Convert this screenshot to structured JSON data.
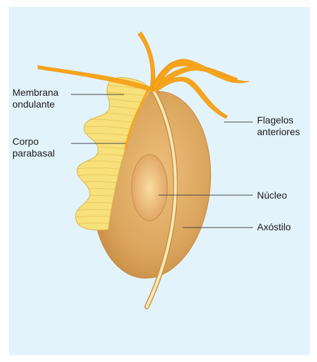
{
  "labels": {
    "membrana_line1": "Membrana",
    "membrana_line2": "ondulante",
    "corpo_line1": "Corpo",
    "corpo_line2": "parabasal",
    "flagelos_line1": "Flagelos",
    "flagelos_line2": "anteriores",
    "nucleo": "Núcleo",
    "axostilo": "Axóstilo"
  },
  "colors": {
    "background": "#e3f3fb",
    "cell_body": "#d9a35a",
    "membrane": "#f8e07a",
    "flagella": "#f7a51c",
    "nucleus": "#f3c882",
    "axostyle": "#fde9b4",
    "leader_line": "#444444"
  }
}
